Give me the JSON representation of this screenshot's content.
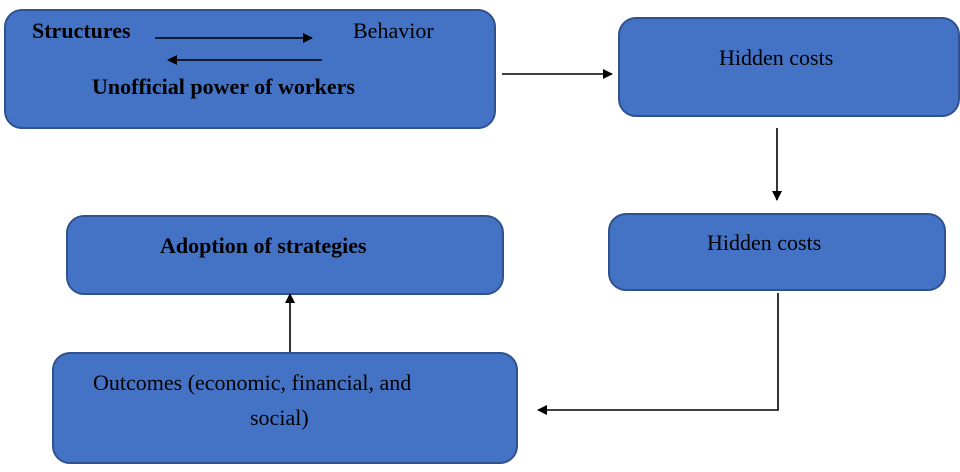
{
  "box1": {
    "structures": "Structures",
    "behavior": "Behavior",
    "unofficial_power": "Unofficial power of workers"
  },
  "box2": {
    "label": "Hidden costs"
  },
  "box3": {
    "label": "Hidden costs"
  },
  "box4": {
    "line1": "Outcomes (economic, financial, and",
    "line2": "social)"
  },
  "box5": {
    "label": "Adoption of strategies"
  },
  "colors": {
    "box_fill": "#4472c4",
    "box_border": "#2f528f",
    "text": "#000000",
    "arrow": "#000000"
  }
}
